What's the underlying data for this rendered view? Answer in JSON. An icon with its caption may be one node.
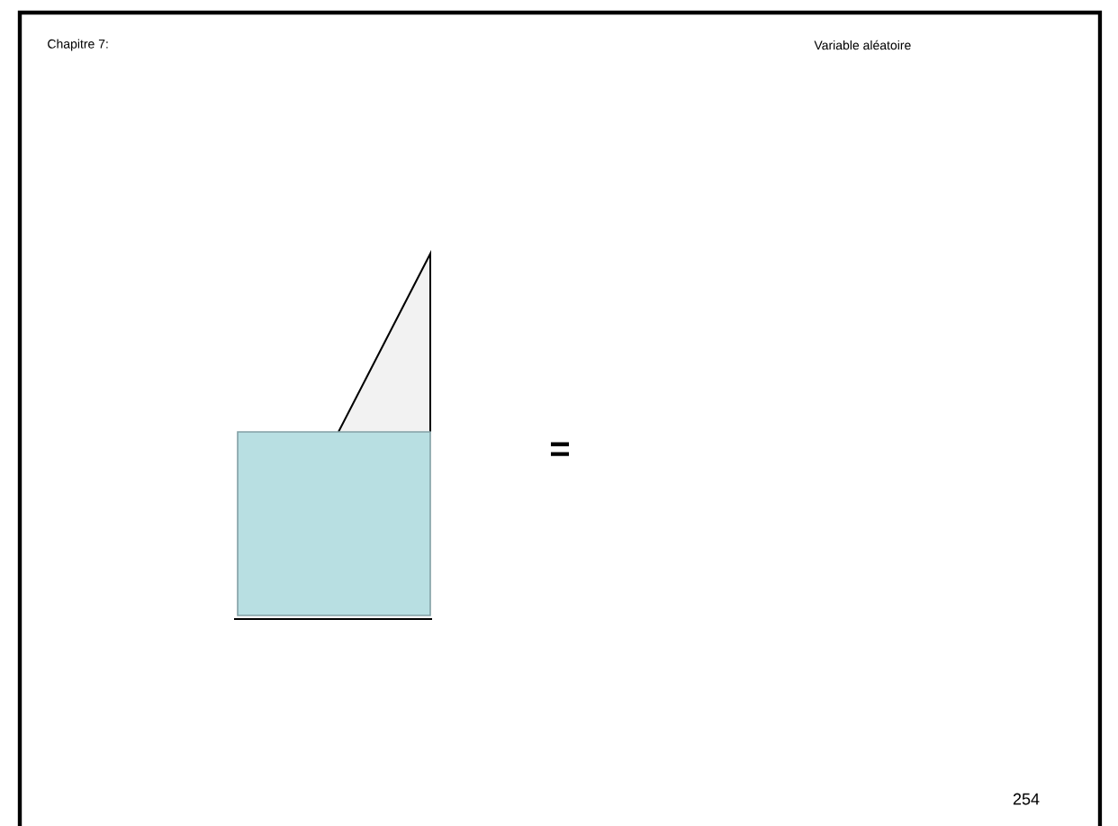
{
  "diagram": {
    "labels": [
      "Chapitre 7:",
      "Variable aléatoire",
      "=",
      "254"
    ]
  }
}
